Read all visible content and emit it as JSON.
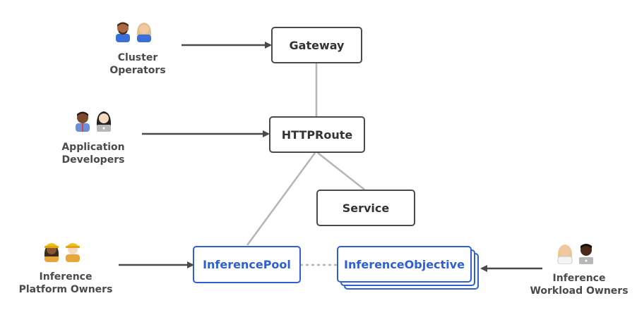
{
  "colors": {
    "dark": "#4a4a4a",
    "blue": "#2f5fd0",
    "connector": "#b5b5b5"
  },
  "nodes": {
    "gateway": "Gateway",
    "httproute": "HTTPRoute",
    "service": "Service",
    "inference_pool": "InferencePool",
    "inference_objective": "InferenceObjective"
  },
  "actors": {
    "cluster_operators": {
      "line1": "Cluster",
      "line2": "Operators"
    },
    "application_developers": {
      "line1": "Application",
      "line2": "Developers"
    },
    "platform_owners": {
      "line1": "Inference",
      "line2": "Platform Owners"
    },
    "workload_owners": {
      "line1": "Inference",
      "line2": "Workload Owners"
    }
  }
}
